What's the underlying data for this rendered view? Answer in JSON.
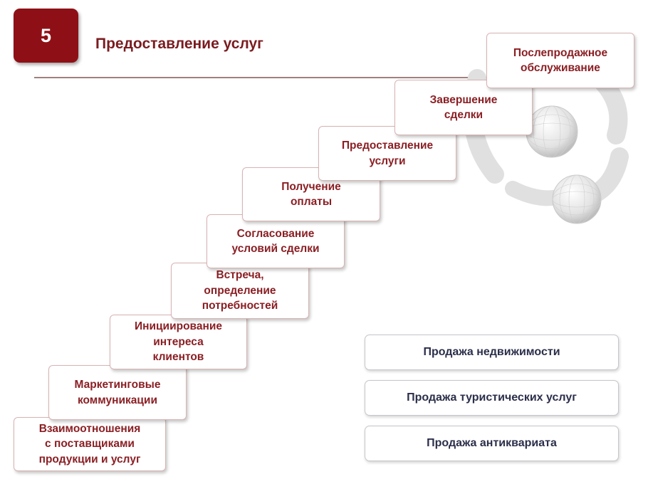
{
  "header": {
    "number": "5",
    "title": "Предоставление услуг"
  },
  "steps": [
    {
      "label": "Взаимоотношения\nс поставщиками\nпродукции и услуг"
    },
    {
      "label": "Маркетинговые\nкоммуникации"
    },
    {
      "label": "Инициирование\nинтереса\nклиентов"
    },
    {
      "label": "Встреча,\nопределение\nпотребностей"
    },
    {
      "label": "Согласование\nусловий сделки"
    },
    {
      "label": "Получение\nоплаты"
    },
    {
      "label": "Предоставление\nуслуги"
    },
    {
      "label": "Завершение\nсделки"
    },
    {
      "label": "Послепродажное\nобслуживание"
    }
  ],
  "examples": [
    {
      "label": "Продажа недвижимости"
    },
    {
      "label": "Продажа туристических услуг"
    },
    {
      "label": "Продажа антиквариата"
    }
  ],
  "colors": {
    "badge": "#8e1016",
    "step_text": "#8a1f24",
    "step_border": "#d9b3b3",
    "example_text": "#2b2f4a"
  },
  "decoration": {
    "icon": "wireframe-spheres-and-arcs"
  }
}
